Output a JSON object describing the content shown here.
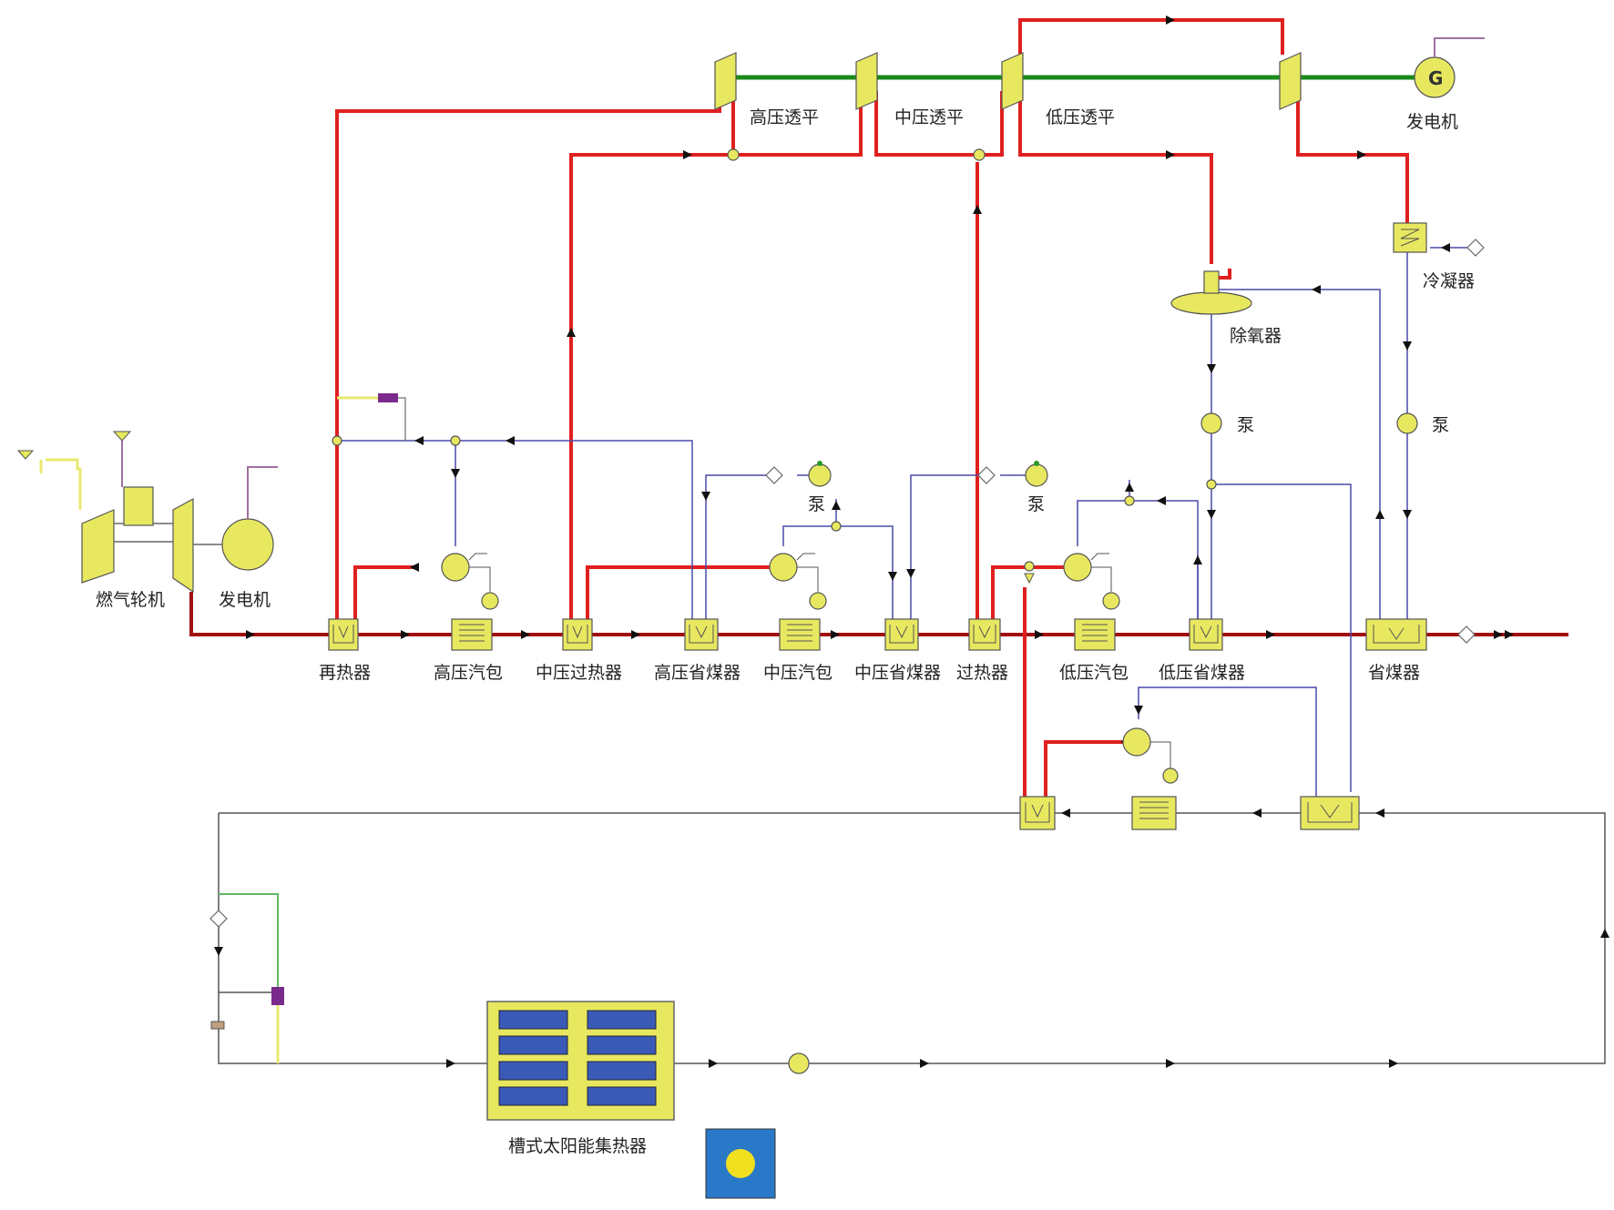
{
  "labels": {
    "gas_turbine": "燃气轮机",
    "gt_generator": "发电机",
    "reheater": "再热器",
    "hp_drum": "高压汽包",
    "ip_superheater": "中压过热器",
    "hp_economizer": "高压省煤器",
    "ip_drum": "中压汽包",
    "ip_economizer": "中压省煤器",
    "superheater": "过热器",
    "lp_drum": "低压汽包",
    "lp_economizer": "低压省煤器",
    "economizer": "省煤器",
    "hp_turbine": "高压透平",
    "ip_turbine": "中压透平",
    "lp_turbine": "低压透平",
    "st_generator": "发电机",
    "condenser": "冷凝器",
    "deaerator": "除氧器",
    "pump_1": "泵",
    "pump_2": "泵",
    "pump_3": "泵",
    "pump_4": "泵",
    "solar_field": "槽式太阳能集热器",
    "generator_symbol": "G"
  },
  "colors": {
    "steam_line": "#e02020",
    "flue_gas_line": "#a01010",
    "water_line": "#4a4aa8",
    "oil_loop": "#555555",
    "shaft": "#1a8a1a",
    "equipment_fill": "#e8e860",
    "solar_panel": "#3a5ab8",
    "sun_box": "#2a78c8"
  }
}
